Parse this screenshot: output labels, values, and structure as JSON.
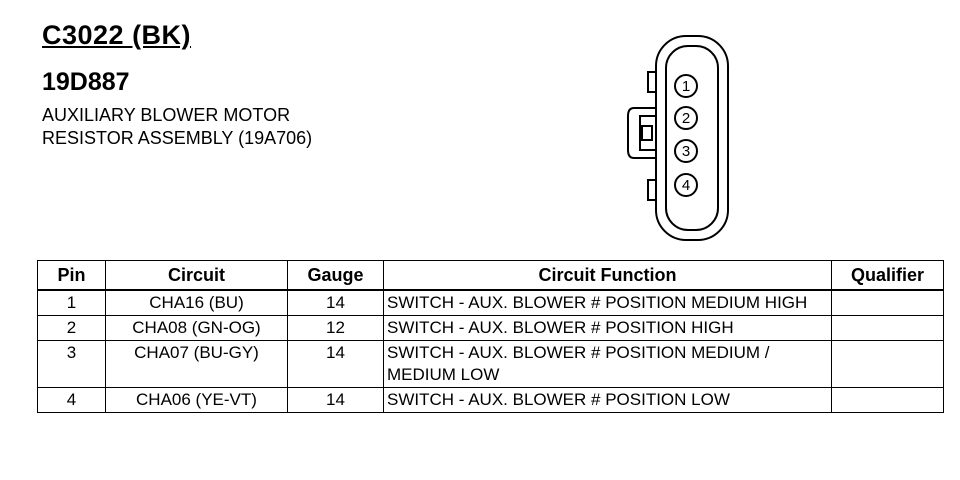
{
  "header": {
    "connector_id": "C3022 (BK)",
    "part_number": "19D887",
    "description_lines": [
      "AUXILIARY BLOWER MOTOR",
      "RESISTOR ASSEMBLY (19A706)"
    ]
  },
  "diagram": {
    "pins": [
      "1",
      "2",
      "3",
      "4"
    ]
  },
  "table": {
    "headers": {
      "pin": "Pin",
      "circuit": "Circuit",
      "gauge": "Gauge",
      "function": "Circuit Function",
      "qualifier": "Qualifier"
    },
    "rows": [
      {
        "pin": "1",
        "circuit": "CHA16 (BU)",
        "gauge": "14",
        "function": "SWITCH - AUX. BLOWER # POSITION MEDIUM HIGH",
        "qualifier": ""
      },
      {
        "pin": "2",
        "circuit": "CHA08 (GN-OG)",
        "gauge": "12",
        "function": "SWITCH - AUX. BLOWER # POSITION HIGH",
        "qualifier": ""
      },
      {
        "pin": "3",
        "circuit": "CHA07 (BU-GY)",
        "gauge": "14",
        "function": "SWITCH - AUX. BLOWER # POSITION MEDIUM / MEDIUM LOW",
        "qualifier": ""
      },
      {
        "pin": "4",
        "circuit": "CHA06 (YE-VT)",
        "gauge": "14",
        "function": "SWITCH - AUX. BLOWER # POSITION LOW",
        "qualifier": ""
      }
    ]
  }
}
